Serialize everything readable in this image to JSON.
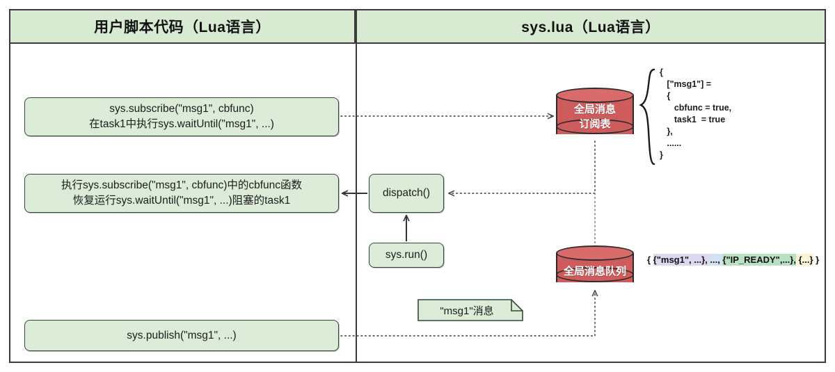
{
  "diagram": {
    "title_left": "用户脚本代码（Lua语言）",
    "title_right": "sys.lua（Lua语言）"
  },
  "left_panel": {
    "boxes": [
      {
        "name": "subscribe-box",
        "lines": [
          "sys.subscribe(\"msg1\", cbfunc)",
          "在task1中执行sys.waitUntil(\"msg1\", ...)"
        ]
      },
      {
        "name": "dispatch-target-box",
        "lines": [
          "执行sys.subscribe(\"msg1\", cbfunc)中的cbfunc函数",
          "恢复运行sys.waitUntil(\"msg1\", ...)阻塞的task1"
        ]
      },
      {
        "name": "publish-box",
        "lines": [
          "sys.publish(\"msg1\", ...)"
        ]
      }
    ]
  },
  "right_panel": {
    "dispatch_label": "dispatch()",
    "sysrun_label": "sys.run()",
    "note_label": "\"msg1\"消息",
    "cylinders": [
      {
        "name": "global-message-subscription-table",
        "lines": [
          "全局消息",
          "订阅表"
        ]
      },
      {
        "name": "global-message-queue",
        "lines": [
          "全局消息队列"
        ]
      }
    ],
    "subscription_code": [
      "{",
      "   [\"msg1\"] =",
      "   {",
      "      cbfunc = true,",
      "      task1  = true",
      "   },",
      "   ......",
      "}"
    ],
    "queue_contents": {
      "open": "{ ",
      "items": [
        {
          "text": "{\"msg1\", ...},",
          "highlight": "#ddd7f2"
        },
        {
          "text": " ..., ",
          "highlight": "#d3e2f2"
        },
        {
          "text": "{\"IP_READY\",...},",
          "highlight": "#b9e0c2"
        },
        {
          "text": " {...}",
          "highlight": "#fbf3d5"
        }
      ],
      "close": " }"
    }
  },
  "colors": {
    "header_fill": "#d9ead3",
    "box_fill": "#dcecd9",
    "box_stroke": "#2e4a32",
    "cylinder_fill": "#cf5c5c",
    "cylinder_top": "#d96b6b",
    "frame_stroke": "#3a3a3a",
    "arrow_solid": "#333333",
    "arrow_dotted": "#555555"
  }
}
